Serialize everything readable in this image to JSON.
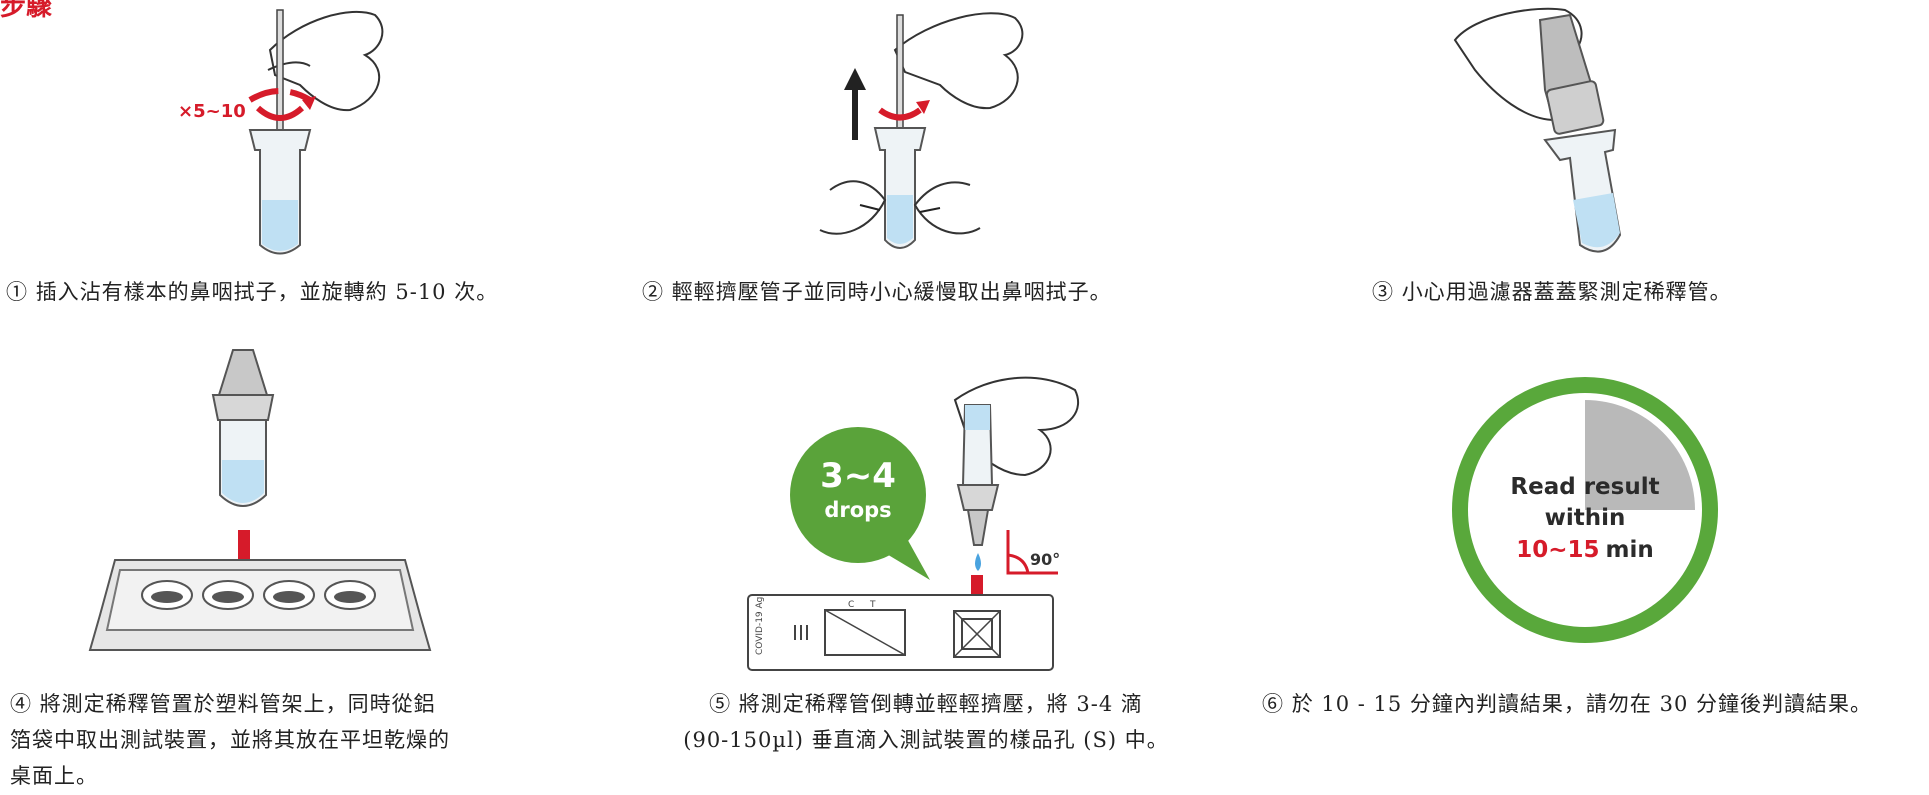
{
  "header": {
    "corner_title": "步驟"
  },
  "steps": [
    {
      "num": "①",
      "text": "插入沾有樣本的鼻咽拭子，並旋轉約 5-10 次。",
      "badge": "×5~10"
    },
    {
      "num": "②",
      "text": "輕輕擠壓管子並同時小心緩慢取出鼻咽拭子。"
    },
    {
      "num": "③",
      "text": "小心用過濾器蓋蓋緊測定稀釋管。"
    },
    {
      "num": "④",
      "lines": [
        "將測定稀釋管置於塑料管架上，同時從鋁",
        "箔袋中取出測試裝置，並將其放在平坦乾燥的",
        "桌面上。"
      ]
    },
    {
      "num": "⑤",
      "lines": [
        "將測定稀釋管倒轉並輕輕擠壓，將 3-4 滴",
        "(90-150µl) 垂直滴入測試裝置的樣品孔 (S) 中。"
      ],
      "bubble_value": "3~4",
      "bubble_unit": "drops",
      "angle": "90°",
      "device_label": "COVID-19 Ag",
      "mark_c": "C",
      "mark_t": "T"
    },
    {
      "num": "⑥",
      "text": "於 10 - 15 分鐘內判讀結果，請勿在 30 分鐘後判讀結果。",
      "timer_line1": "Read result",
      "timer_line2": "within",
      "timer_value": "10~15",
      "timer_unit": "min"
    }
  ],
  "colors": {
    "accent_red": "#d61b2a",
    "bubble_green": "#5aa33a",
    "ring_green": "#59a83b",
    "liquid_blue": "#bfe0f3"
  }
}
